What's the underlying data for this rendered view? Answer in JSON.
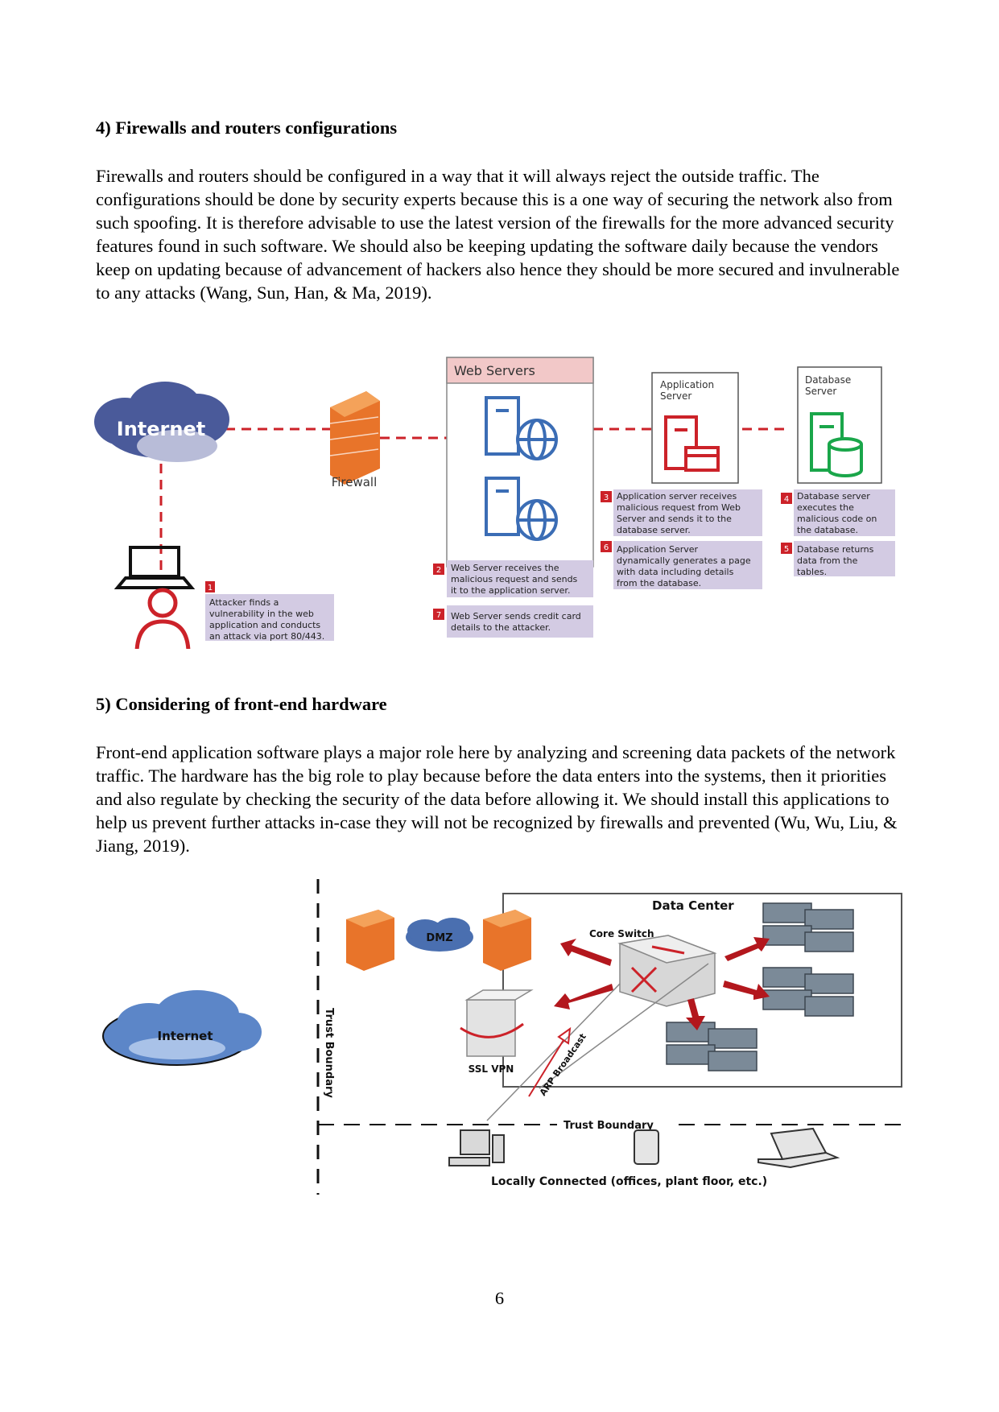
{
  "sections": [
    {
      "heading": "4) Firewalls and routers configurations",
      "paragraph": "Firewalls and routers should be configured in a way that it will always reject the outside traffic. The configurations should be done by security experts because this is a one way of securing the network also from such spoofing. It is therefore advisable to use the latest version of the firewalls for the more advanced security features found in such software. We should also be keeping updating the software daily because the vendors keep on updating because of advancement of hackers also hence they should be more secured and invulnerable to any attacks (Wang, Sun, Han, & Ma, 2019)."
    },
    {
      "heading": "5) Considering of front-end hardware",
      "paragraph": "Front-end application software plays a major role here by analyzing and screening data packets of the network traffic. The hardware has the big role to play because before the data enters into the systems, then it priorities and also regulate by checking the security of the data before allowing it. We should install this applications to help us prevent further attacks in-case they will not be recognized by firewalls and prevented (Wu, Wu, Liu, & Jiang, 2019)."
    }
  ],
  "figure1": {
    "internet_label": "Internet",
    "firewall_label": "Firewall",
    "web_servers_label": "Web Servers",
    "app_server_label": [
      "Application",
      "Server"
    ],
    "db_server_label": [
      "Database",
      "Server"
    ],
    "steps": [
      {
        "num": "1",
        "lines": [
          "Attacker finds a",
          "vulnerability in the web",
          "application and conducts",
          "an attack via port 80/443."
        ]
      },
      {
        "num": "2",
        "lines": [
          "Web Server receives the",
          "malicious request and sends",
          "it to the application server."
        ]
      },
      {
        "num": "3",
        "lines": [
          "Application server receives",
          "malicious request from Web",
          "Server and sends it to the",
          "database server."
        ]
      },
      {
        "num": "4",
        "lines": [
          "Database  server",
          "executes the",
          "malicious code on",
          "the database."
        ]
      },
      {
        "num": "5",
        "lines": [
          "Database  returns",
          "data from the",
          "tables."
        ]
      },
      {
        "num": "6",
        "lines": [
          "Application Server",
          "dynamically generates a page",
          "with data including details",
          "from the database."
        ]
      },
      {
        "num": "7",
        "lines": [
          "Web Server sends credit card",
          "details to the attacker."
        ]
      }
    ],
    "colors": {
      "red": "#cc2229",
      "step_bg": "#d3cbe3",
      "green": "#1aa64a",
      "blue": "#3b6db5"
    }
  },
  "figure2": {
    "data_center_label": "Data Center",
    "core_switch_label": "Core Switch",
    "dmz_label": "DMZ",
    "internet_label": "Internet",
    "ssl_vpn_label": "SSL VPN",
    "arp_label": "ARP Broadcast",
    "trust_boundary_vertical": "Trust Boundary",
    "trust_boundary_horizontal": "Trust Boundary",
    "locally_connected_label": "Locally Connected (offices, plant floor, etc.)"
  },
  "page_number": "6"
}
